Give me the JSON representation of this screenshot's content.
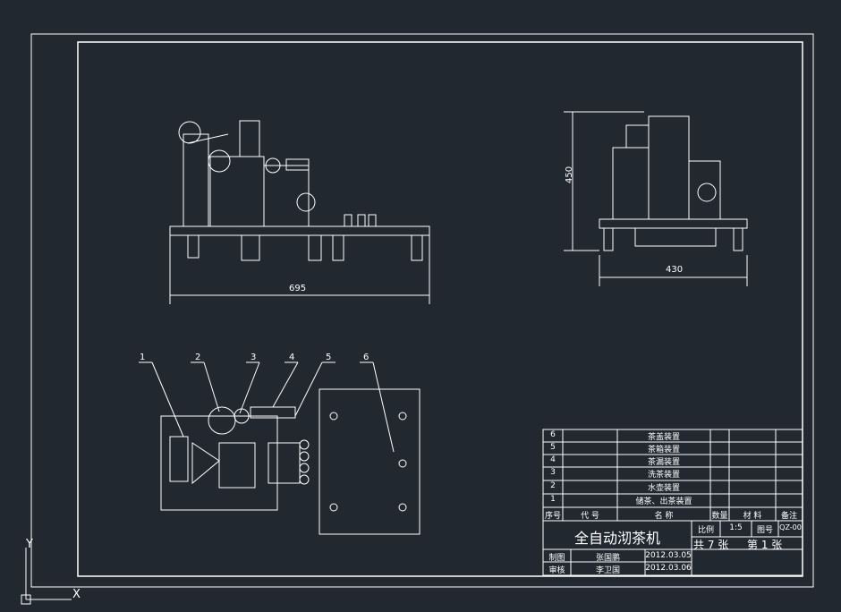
{
  "dimensions": {
    "front_width": "695",
    "side_height": "450",
    "side_width": "430"
  },
  "callouts": [
    "1",
    "2",
    "3",
    "4",
    "5",
    "6"
  ],
  "parts_list": {
    "rows": [
      {
        "no": "6",
        "name": "茶盖装置"
      },
      {
        "no": "5",
        "name": "茶箱装置"
      },
      {
        "no": "4",
        "name": "茶漏装置"
      },
      {
        "no": "3",
        "name": "洗茶装置"
      },
      {
        "no": "2",
        "name": "水壶装置"
      },
      {
        "no": "1",
        "name": "储茶、出茶装置"
      }
    ],
    "headers": {
      "no": "序号",
      "code": "代 号",
      "name": "名 称",
      "qty": "数量",
      "material": "材 料",
      "note": "备注"
    }
  },
  "title_block": {
    "title": "全自动沏茶机",
    "scale_label": "比例",
    "scale": "1:5",
    "drawing_no_label": "图号",
    "drawing_no": "QZ-00",
    "sheets": "共 7 张",
    "sheet": "第 1 张",
    "drawn_label": "制图",
    "drawn_by": "张国鹏",
    "drawn_date": "2012.03.05",
    "checked_label": "审核",
    "checked_by": "李卫国",
    "checked_date": "2012.03.06"
  },
  "ucs": {
    "x": "X",
    "y": "Y"
  }
}
